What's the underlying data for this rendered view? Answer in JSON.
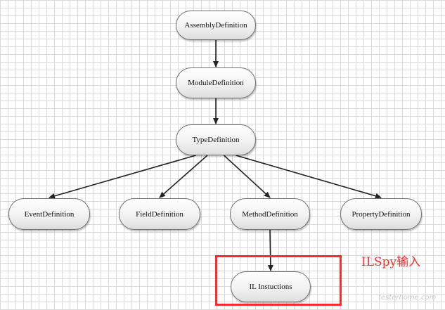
{
  "nodes": {
    "assembly": "AssemblyDefinition",
    "module": "ModuleDefinition",
    "type": "TypeDefinition",
    "event": "EventDefinition",
    "field": "FieldDefinition",
    "method": "MethodDefinition",
    "property": "PropertyDefinition",
    "il": "IL Instuctions"
  },
  "edges": [
    {
      "from": "assembly",
      "to": "module"
    },
    {
      "from": "module",
      "to": "type"
    },
    {
      "from": "type",
      "to": "event"
    },
    {
      "from": "type",
      "to": "field"
    },
    {
      "from": "type",
      "to": "method"
    },
    {
      "from": "type",
      "to": "property"
    },
    {
      "from": "method",
      "to": "il"
    }
  ],
  "annotation": {
    "text": "ILSpy输入",
    "color": "#ff2b2b"
  },
  "watermark": "testerhome.com"
}
